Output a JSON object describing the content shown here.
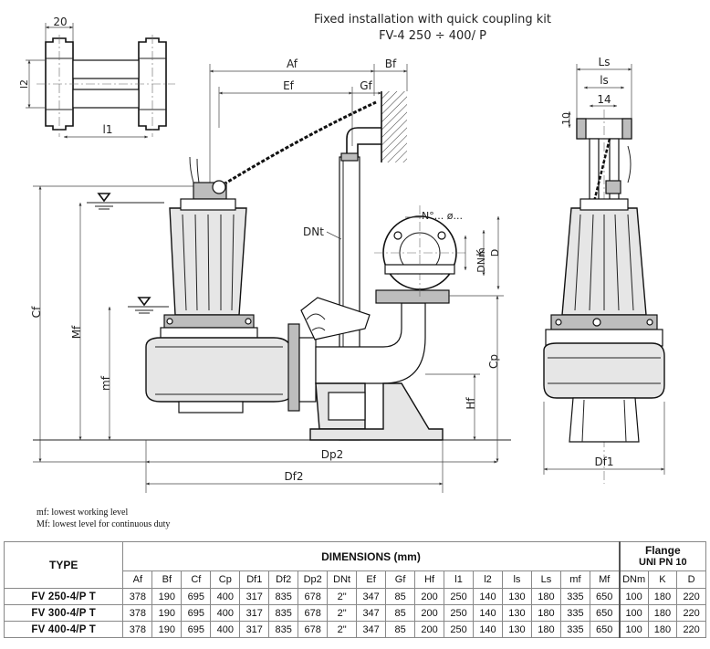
{
  "title": {
    "line1": "Fixed installation with quick coupling kit",
    "line2": "FV-4 250 ÷ 400/ P"
  },
  "drawing_labels": {
    "top_detail": {
      "w20": "20",
      "l2": "l2",
      "l1": "l1"
    },
    "main": {
      "Af": "Af",
      "Bf": "Bf",
      "Ef": "Ef",
      "Gf": "Gf",
      "DNt": "DNt",
      "flange_holes": "N°... ø...",
      "DNm": "DNm",
      "K": "K",
      "D": "D",
      "Cf": "Cf",
      "Mf": "Mf",
      "mf": "mf",
      "Cp": "Cp",
      "Hf": "Hf",
      "Dp2": "Dp2",
      "Df2": "Df2"
    },
    "side": {
      "Ls": "Ls",
      "ls": "ls",
      "w14": "14",
      "w10": "10",
      "Df1": "Df1"
    }
  },
  "notes": [
    "mf: lowest working level",
    "Mf: lowest level for continuous duty"
  ],
  "table": {
    "type_header": "TYPE",
    "dimensions_header": "DIMENSIONS (mm)",
    "flange_header": "Flange",
    "flange_subheader": "UNI PN 10",
    "columns": [
      "Af",
      "Bf",
      "Cf",
      "Cp",
      "Df1",
      "Df2",
      "Dp2",
      "DNt",
      "Ef",
      "Gf",
      "Hf",
      "l1",
      "l2",
      "ls",
      "Ls",
      "mf",
      "Mf"
    ],
    "flange_columns": [
      "DNm",
      "K",
      "D"
    ],
    "rows": [
      {
        "type": "FV 250-4/P T",
        "values": [
          "378",
          "190",
          "695",
          "400",
          "317",
          "835",
          "678",
          "2\"",
          "347",
          "85",
          "200",
          "250",
          "140",
          "130",
          "180",
          "335",
          "650"
        ],
        "flange": [
          "100",
          "180",
          "220"
        ]
      },
      {
        "type": "FV 300-4/P T",
        "values": [
          "378",
          "190",
          "695",
          "400",
          "317",
          "835",
          "678",
          "2\"",
          "347",
          "85",
          "200",
          "250",
          "140",
          "130",
          "180",
          "335",
          "650"
        ],
        "flange": [
          "100",
          "180",
          "220"
        ]
      },
      {
        "type": "FV 400-4/P T",
        "values": [
          "378",
          "190",
          "695",
          "400",
          "317",
          "835",
          "678",
          "2\"",
          "347",
          "85",
          "200",
          "250",
          "140",
          "130",
          "180",
          "335",
          "650"
        ],
        "flange": [
          "100",
          "180",
          "220"
        ]
      }
    ]
  }
}
